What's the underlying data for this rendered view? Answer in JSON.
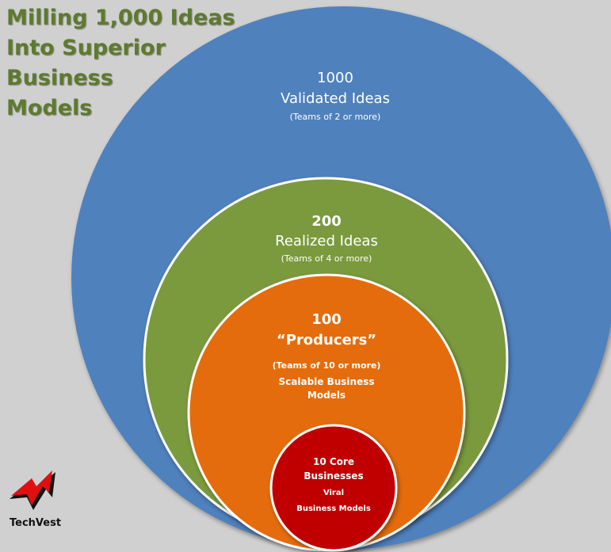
{
  "title": {
    "lines": [
      "Milling 1,000 Ideas",
      "Into Superior",
      "Business",
      "Models"
    ]
  },
  "colors": {
    "background": "#d0d0d0",
    "title": "#5e7a2e",
    "outer": "#4f81bd",
    "second": "#7a9a3d",
    "third": "#e46c0a",
    "core": "#c00000",
    "ring": "#ffffff"
  },
  "levels": [
    {
      "count": "1000",
      "label": "Validated Ideas",
      "note": "(Teams of 2 or more)"
    },
    {
      "count": "200",
      "label": "Realized Ideas",
      "note": "(Teams of 4 or more)"
    },
    {
      "count": "100",
      "label": "“Producers”",
      "note": "(Teams of 10 or more)",
      "sub": "Scalable Business Models"
    },
    {
      "count": "10 Core",
      "label": "Businesses",
      "note": "Viral",
      "sub": "Business Models"
    }
  ],
  "logo": {
    "text": "TechVest",
    "icon": "techvest-arrow-icon"
  }
}
